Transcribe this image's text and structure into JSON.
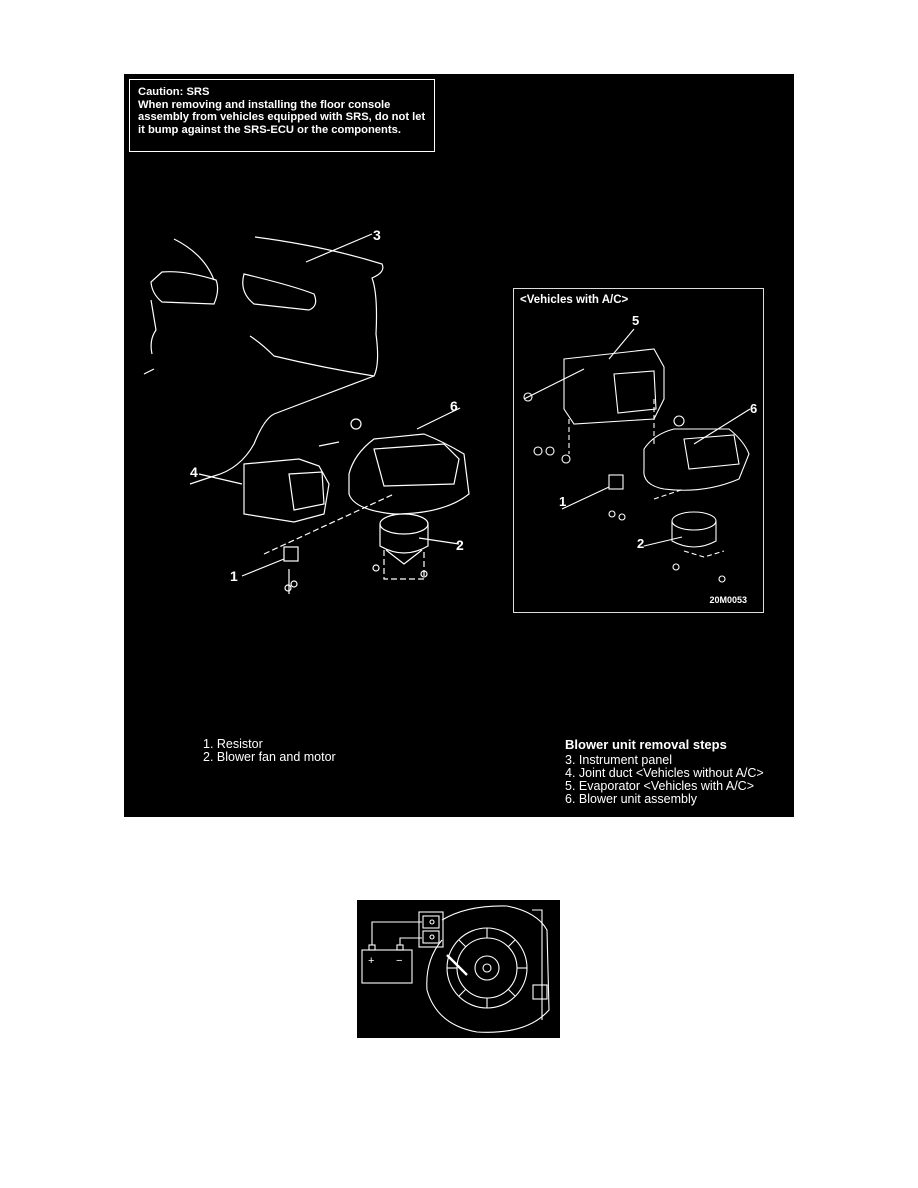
{
  "caution": {
    "title": "Caution: SRS",
    "body": "When removing and installing the floor console assembly from vehicles equipped with SRS, do not let it bump against the SRS-ECU or the components."
  },
  "main_diagram": {
    "callouts": [
      "3",
      "6",
      "4",
      "2",
      "1"
    ]
  },
  "inset": {
    "title": "<Vehicles with A/C>",
    "callouts": [
      "5",
      "6",
      "1",
      "2"
    ],
    "figure_code": "20M0053"
  },
  "legend_left": {
    "items": [
      "1. Resistor",
      "2. Blower fan and motor"
    ]
  },
  "legend_right": {
    "heading": "Blower unit removal steps",
    "items": [
      "3. Instrument panel",
      "4. Joint duct <Vehicles without A/C>",
      "5. Evaporator <Vehicles with A/C>",
      "6. Blower unit assembly"
    ]
  },
  "lower_figure": {
    "battery_plus": "+",
    "battery_minus": "−"
  }
}
